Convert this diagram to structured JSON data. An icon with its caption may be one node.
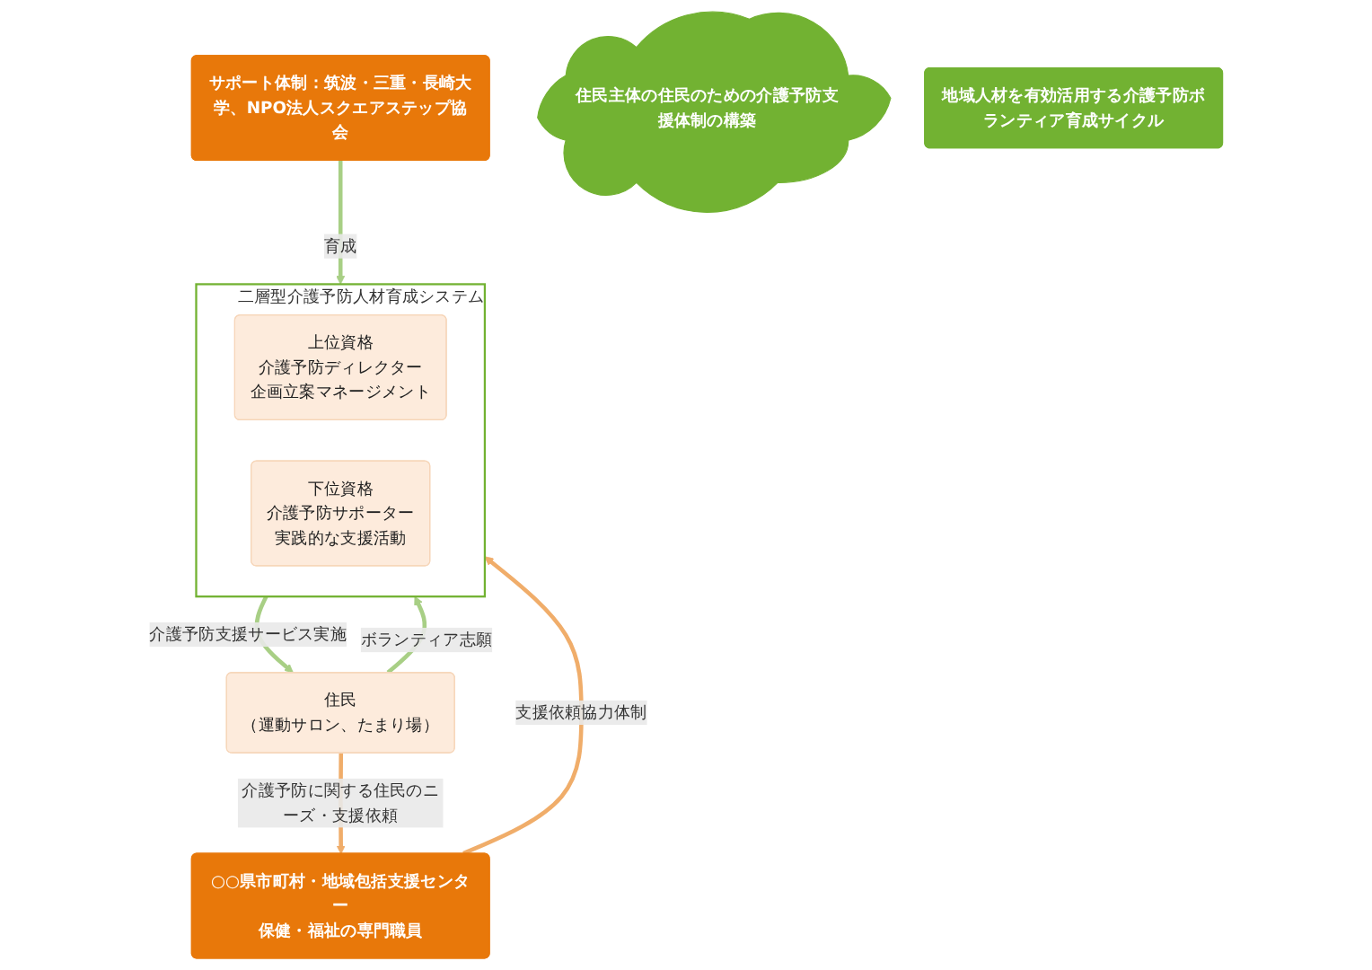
{
  "diagram": {
    "nodes": [
      {
        "text": [
          "サポート体制：筑波・三重・長崎大学、NPO法人スクエアステップ協会"
        ]
      },
      {
        "text": [
          "住民主体の住民のための介護予防支援体制の構築"
        ]
      },
      {
        "text": [
          "住民",
          "（運動サロン、たまり場）"
        ]
      },
      {
        "text": [
          "地域人材を有効活用する介護予防ボランティア育成サイクル"
        ]
      },
      {
        "text": [
          "二層型介護予防人材育成システム"
        ]
      },
      {
        "text": [
          "上位資格",
          "介護予防ディレクター",
          "企画立案マネージメント"
        ],
        "in": 4
      },
      {
        "text": [
          "下位資格",
          "介護予防サポーター",
          "実践的な支援活動"
        ],
        "in": 4
      },
      {
        "text": [
          "○○県市町村・地域包括支援センター",
          "保健・福祉の専門職員"
        ]
      }
    ],
    "edges": [
      {
        "from": 0,
        "to": 4,
        "arrow": "to",
        "label": "育成"
      },
      {
        "from": 2,
        "to": 4,
        "arrow": "to",
        "label": "ボランティア志願"
      },
      {
        "from": 4,
        "to": 2,
        "arrow": "to",
        "label": "介護予防支援サービス実施"
      },
      {
        "from": 2,
        "to": 7,
        "arrow": "to",
        "label": "介護予防に関する住民のニーズ・支援依頼",
        "color": "#f0ad6a"
      },
      {
        "from": 7,
        "to": 4,
        "arrow": "to",
        "label": "支援依頼協力体制",
        "color": "#f0ad6a"
      }
    ]
  }
}
